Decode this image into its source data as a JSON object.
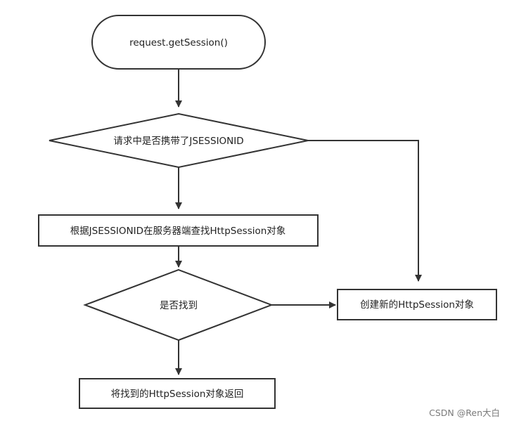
{
  "nodes": {
    "start": {
      "label": "request.getSession()"
    },
    "decision_has_id": {
      "label": "请求中是否携带了JSESSIONID"
    },
    "lookup": {
      "label": "根据JSESSIONID在服务器端查找HttpSession对象"
    },
    "decision_found": {
      "label": "是否找到"
    },
    "create_new": {
      "label": "创建新的HttpSession对象"
    },
    "return_found": {
      "label": "将找到的HttpSession对象返回"
    }
  },
  "colors": {
    "stroke": "#333333",
    "fill": "#ffffff",
    "text": "#222222"
  },
  "watermark": "CSDN @Ren大白"
}
